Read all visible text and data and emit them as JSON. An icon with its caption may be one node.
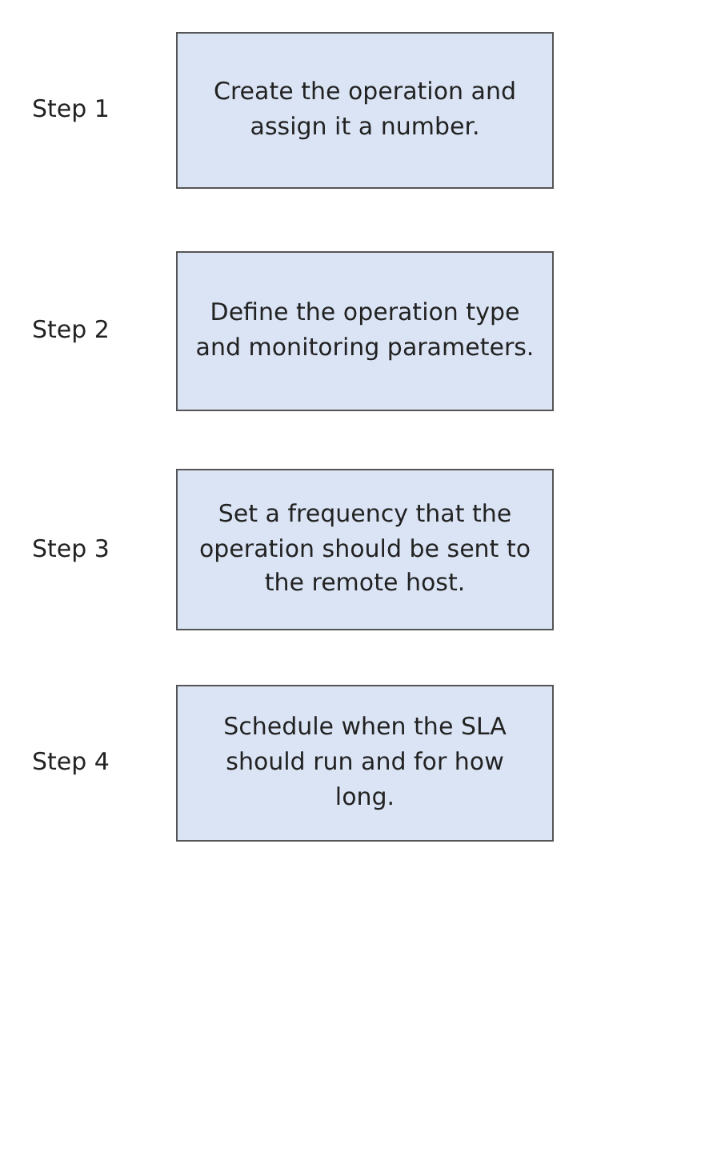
{
  "diagram": {
    "nodes": [
      {
        "text": [
          "Create the operation and assign it a number."
        ],
        "beside": [
          "Step 1"
        ]
      },
      {
        "text": [
          "Define the operation type and monitoring parameters."
        ],
        "beside": [
          "Step 2"
        ]
      },
      {
        "text": [
          "Set a frequency that the operation should be sent to the remote host."
        ],
        "beside": [
          "Step 3"
        ]
      },
      {
        "text": [
          "Schedule when the SLA should run and for how long."
        ],
        "beside": [
          "Step 4"
        ]
      }
    ]
  }
}
